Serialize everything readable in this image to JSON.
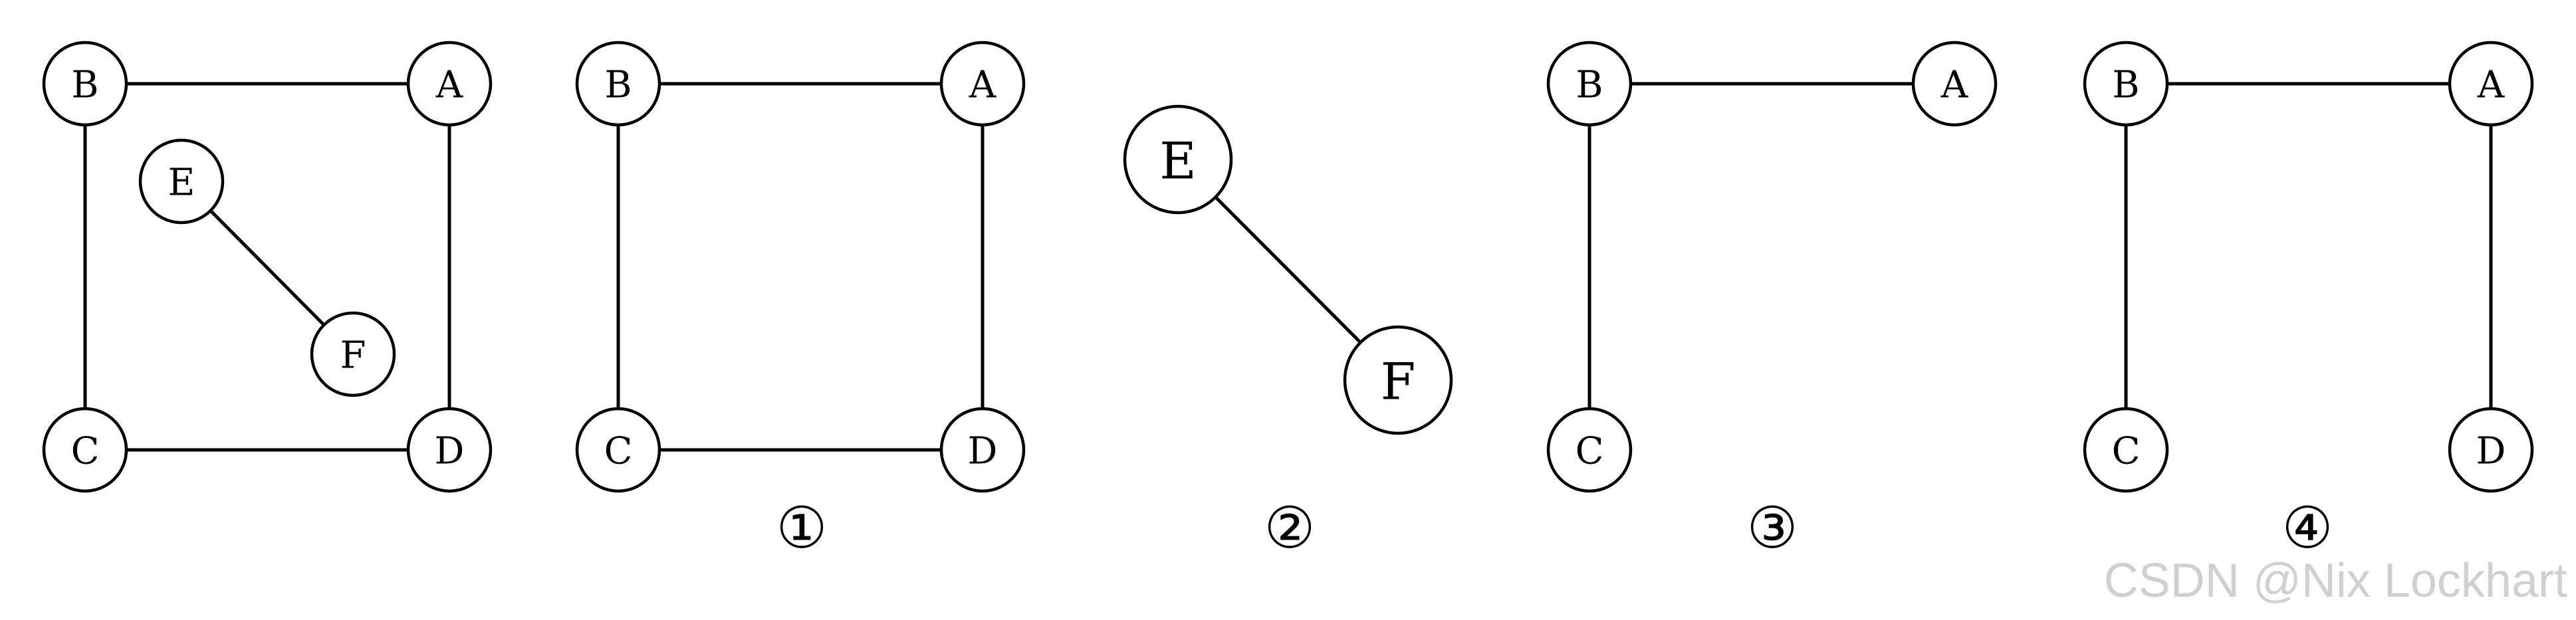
{
  "graphs": [
    {
      "caption": "",
      "nodes": [
        {
          "id": "B",
          "label": "B"
        },
        {
          "id": "A",
          "label": "A"
        },
        {
          "id": "E",
          "label": "E"
        },
        {
          "id": "F",
          "label": "F"
        },
        {
          "id": "C",
          "label": "C"
        },
        {
          "id": "D",
          "label": "D"
        }
      ],
      "edges": [
        [
          "B",
          "A"
        ],
        [
          "B",
          "C"
        ],
        [
          "A",
          "D"
        ],
        [
          "C",
          "D"
        ],
        [
          "E",
          "F"
        ]
      ]
    },
    {
      "caption": "①",
      "nodes": [
        {
          "id": "B",
          "label": "B"
        },
        {
          "id": "A",
          "label": "A"
        },
        {
          "id": "C",
          "label": "C"
        },
        {
          "id": "D",
          "label": "D"
        }
      ],
      "edges": [
        [
          "B",
          "A"
        ],
        [
          "B",
          "C"
        ],
        [
          "A",
          "D"
        ],
        [
          "C",
          "D"
        ]
      ]
    },
    {
      "caption": "②",
      "nodes": [
        {
          "id": "E",
          "label": "E"
        },
        {
          "id": "F",
          "label": "F"
        }
      ],
      "edges": [
        [
          "E",
          "F"
        ]
      ]
    },
    {
      "caption": "③",
      "nodes": [
        {
          "id": "B",
          "label": "B"
        },
        {
          "id": "A",
          "label": "A"
        },
        {
          "id": "C",
          "label": "C"
        }
      ],
      "edges": [
        [
          "B",
          "A"
        ],
        [
          "B",
          "C"
        ]
      ]
    },
    {
      "caption": "④",
      "nodes": [
        {
          "id": "B",
          "label": "B"
        },
        {
          "id": "A",
          "label": "A"
        },
        {
          "id": "C",
          "label": "C"
        },
        {
          "id": "D",
          "label": "D"
        }
      ],
      "edges": [
        [
          "B",
          "A"
        ],
        [
          "B",
          "C"
        ],
        [
          "A",
          "D"
        ]
      ]
    }
  ],
  "watermark": "CSDN @Nix Lockhart"
}
